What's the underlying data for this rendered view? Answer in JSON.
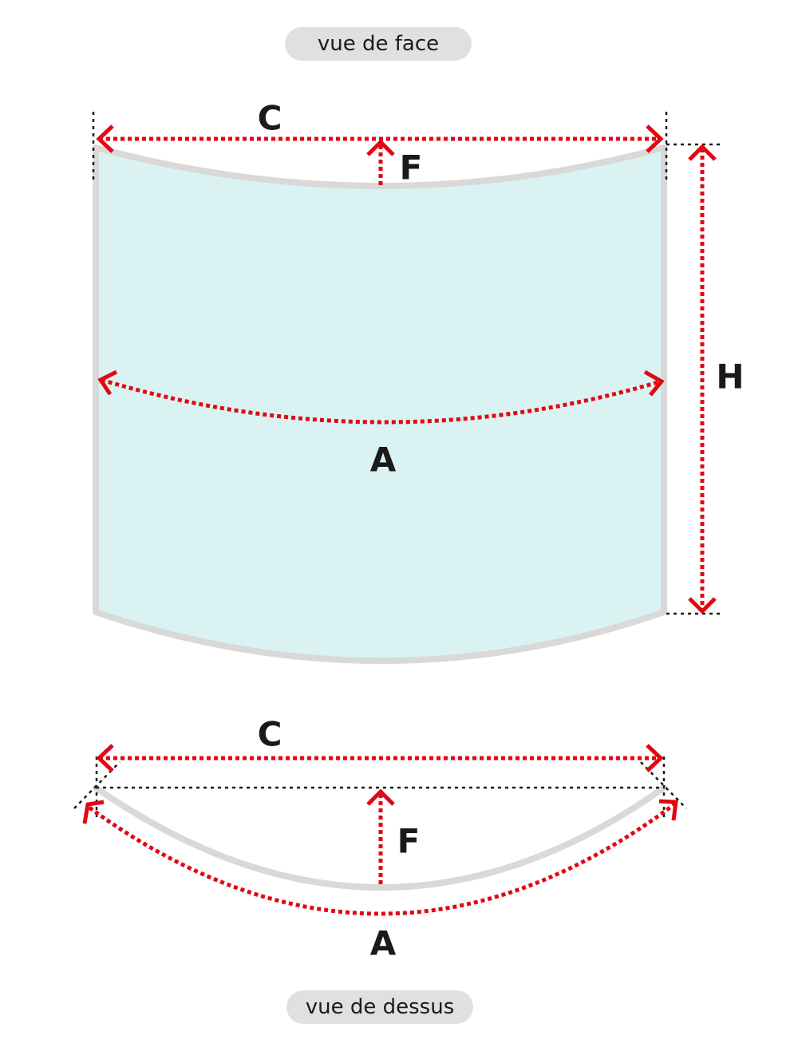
{
  "titles": {
    "front_view": "vue de face",
    "top_view": "vue de dessus"
  },
  "labels": {
    "chord": "C",
    "rise": "F",
    "height": "H",
    "arc": "A"
  },
  "colors": {
    "dimension": "#e30613",
    "glass_fill": "#daf3f2",
    "glass_edge": "#d9d9d9",
    "guide": "#1a1a1a"
  }
}
